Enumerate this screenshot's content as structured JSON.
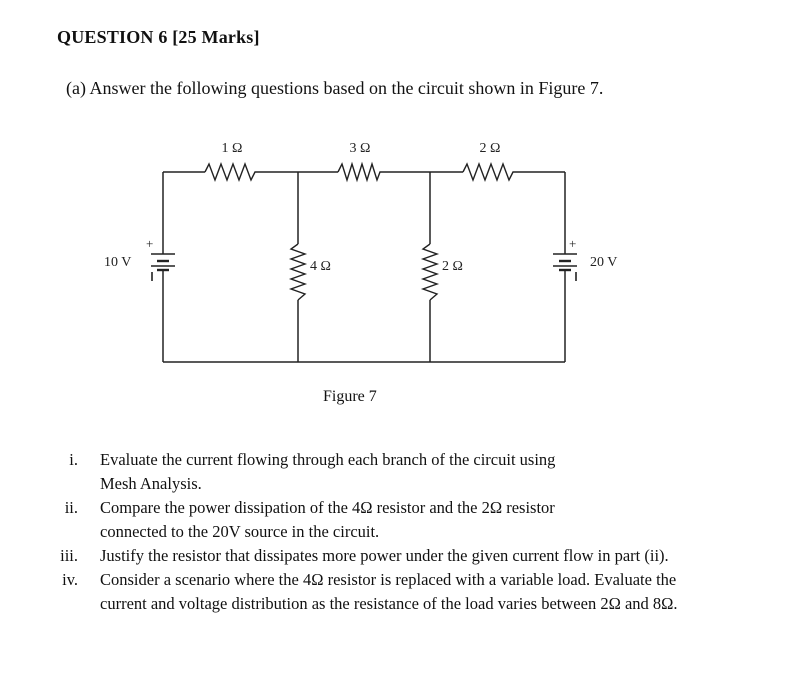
{
  "heading": "QUESTION 6 [25 Marks]",
  "part_a": "(a) Answer the following questions based on the circuit shown in Figure 7.",
  "figure": {
    "caption": "Figure 7",
    "labels": {
      "r1": "1 Ω",
      "r3": "3 Ω",
      "r2_top": "2 Ω",
      "r4": "4 Ω",
      "r2_mid": "2 Ω",
      "v10": "10 V",
      "v20": "20 V",
      "plus_left": "+",
      "plus_right": "+"
    }
  },
  "questions": [
    {
      "num": "i.",
      "lines": [
        "Evaluate the current flowing through each branch of the circuit using",
        "Mesh Analysis."
      ]
    },
    {
      "num": "ii.",
      "lines": [
        "Compare the power dissipation of the 4Ω resistor and the 2Ω resistor",
        "connected to the 20V source in the circuit."
      ]
    },
    {
      "num": "iii.",
      "lines": [
        "Justify the resistor that dissipates more power under the given current flow in part (ii)."
      ]
    },
    {
      "num": "iv.",
      "lines": [
        "Consider a scenario where the 4Ω resistor is replaced with a variable load. Evaluate the",
        "current and voltage distribution as the resistance of the load varies between 2Ω and 8Ω."
      ]
    }
  ]
}
